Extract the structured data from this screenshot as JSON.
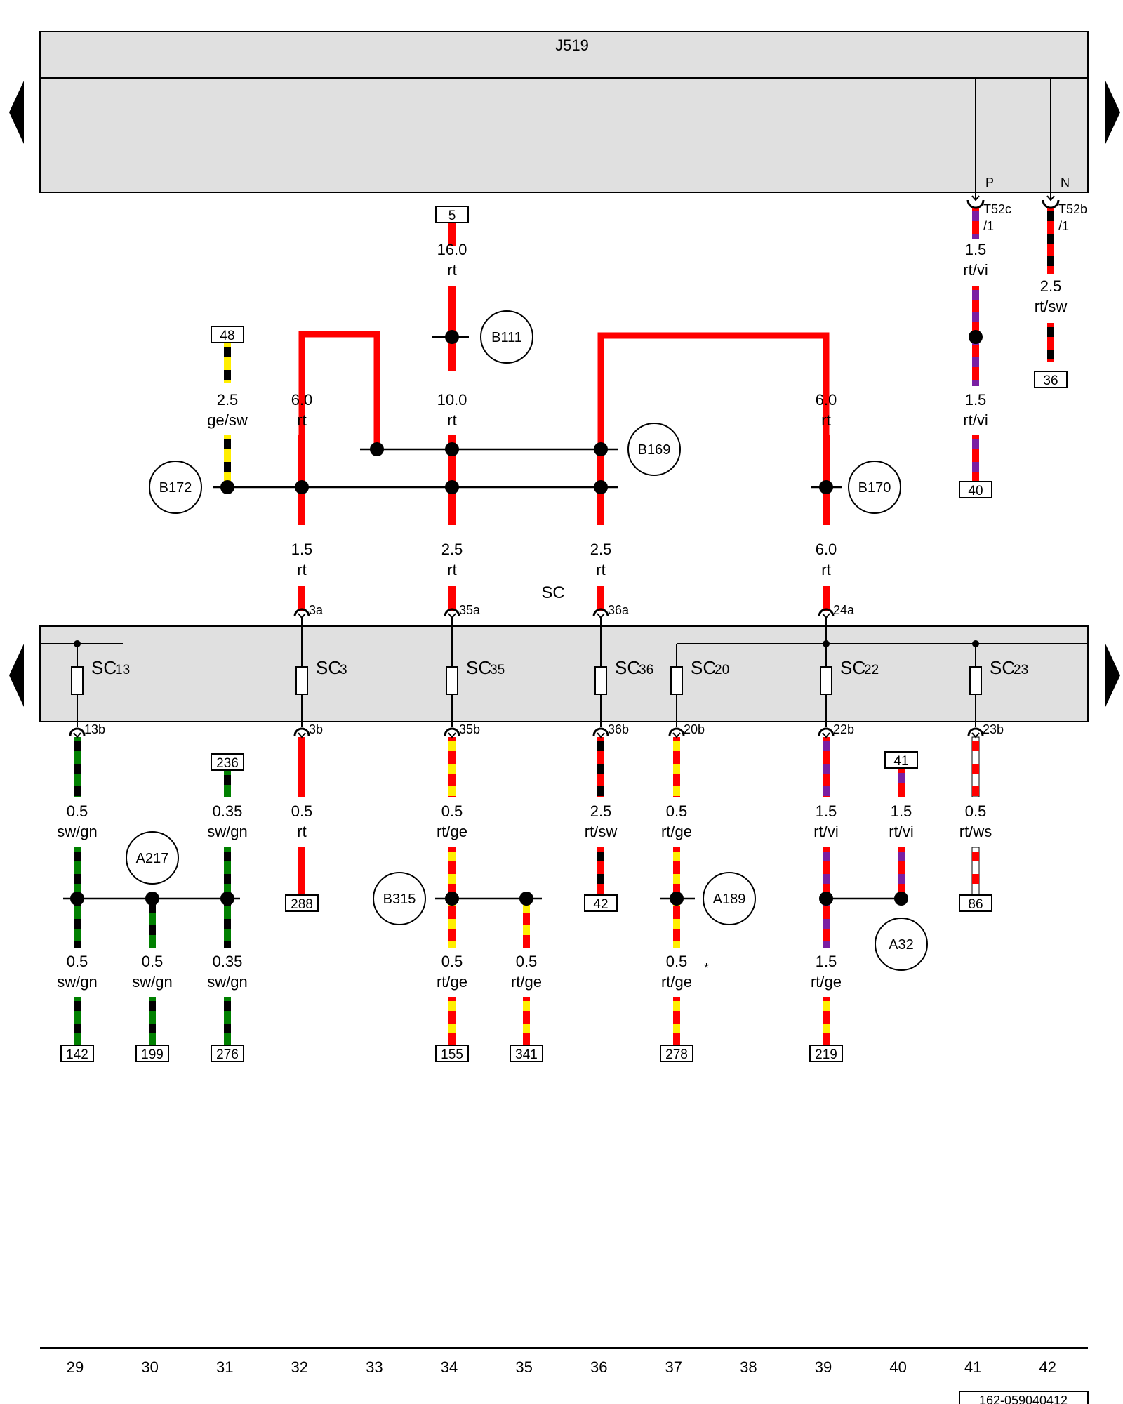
{
  "title": "J519",
  "mid_label": "SC",
  "doc_id": "162-059040412",
  "footnote": "*",
  "colors": {
    "rt": "#ff0000",
    "sw": "#000000",
    "gn": "#008000",
    "ge": "#ffee00",
    "vi": "#7a1fa2",
    "ws": "#ffffff",
    "band": "#e0e0e0"
  },
  "page_numbers": [
    "29",
    "30",
    "31",
    "32",
    "33",
    "34",
    "35",
    "36",
    "37",
    "38",
    "39",
    "40",
    "41",
    "42"
  ],
  "top_pins": [
    {
      "pin": "P",
      "conn": "T52c",
      "sub": "/1"
    },
    {
      "pin": "N",
      "conn": "T52b",
      "sub": "/1"
    }
  ],
  "fuses": [
    {
      "name": "SC",
      "sub": "13",
      "in": "",
      "out": "13b"
    },
    {
      "name": "SC",
      "sub": "3",
      "in": "3a",
      "out": "3b"
    },
    {
      "name": "SC",
      "sub": "35",
      "in": "35a",
      "out": "35b"
    },
    {
      "name": "SC",
      "sub": "36",
      "in": "36a",
      "out": "36b"
    },
    {
      "name": "SC",
      "sub": "20",
      "in": "",
      "out": "20b"
    },
    {
      "name": "SC",
      "sub": "22",
      "in": "24a",
      "out": "22b"
    },
    {
      "name": "SC",
      "sub": "23",
      "in": "",
      "out": "23b"
    }
  ],
  "splices": [
    "B111",
    "B169",
    "B172",
    "B170",
    "A217",
    "B315",
    "A189",
    "A32"
  ],
  "boxes": [
    "5",
    "48",
    "40",
    "36",
    "236",
    "41",
    "288",
    "42",
    "86",
    "142",
    "199",
    "276",
    "155",
    "341",
    "278",
    "219"
  ],
  "wires": [
    {
      "size": "16.0",
      "color": "rt"
    },
    {
      "size": "10.0",
      "color": "rt"
    },
    {
      "size": "6.0",
      "color": "rt"
    },
    {
      "size": "6.0",
      "color": "rt"
    },
    {
      "size": "2.5",
      "color": "ge/sw"
    },
    {
      "size": "1.5",
      "color": "rt/vi"
    },
    {
      "size": "1.5",
      "color": "rt/vi"
    },
    {
      "size": "2.5",
      "color": "rt/sw"
    },
    {
      "size": "1.5",
      "color": "rt"
    },
    {
      "size": "2.5",
      "color": "rt"
    },
    {
      "size": "2.5",
      "color": "rt"
    },
    {
      "size": "6.0",
      "color": "rt"
    },
    {
      "size": "0.5",
      "color": "sw/gn"
    },
    {
      "size": "0.35",
      "color": "sw/gn"
    },
    {
      "size": "0.5",
      "color": "rt"
    },
    {
      "size": "0.5",
      "color": "rt/ge"
    },
    {
      "size": "2.5",
      "color": "rt/sw"
    },
    {
      "size": "0.5",
      "color": "rt/ge"
    },
    {
      "size": "1.5",
      "color": "rt/vi"
    },
    {
      "size": "1.5",
      "color": "rt/vi"
    },
    {
      "size": "0.5",
      "color": "rt/ws"
    },
    {
      "size": "0.5",
      "color": "sw/gn"
    },
    {
      "size": "0.5",
      "color": "sw/gn"
    },
    {
      "size": "0.35",
      "color": "sw/gn"
    },
    {
      "size": "0.5",
      "color": "rt/ge"
    },
    {
      "size": "0.5",
      "color": "rt/ge"
    },
    {
      "size": "0.5",
      "color": "rt/ge"
    },
    {
      "size": "1.5",
      "color": "rt/ge"
    }
  ]
}
